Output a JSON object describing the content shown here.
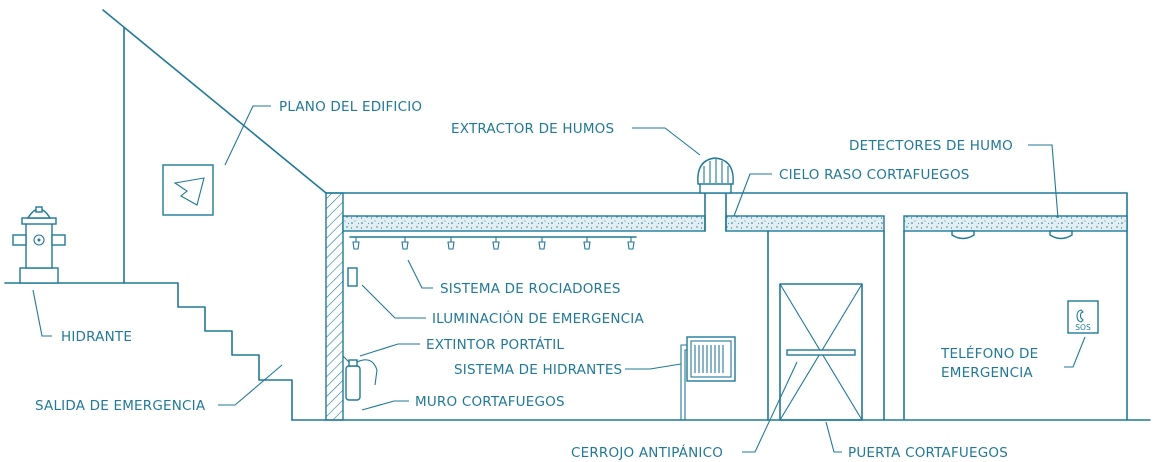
{
  "colors": {
    "line": "#1f7a99",
    "background": "#ffffff",
    "concrete": "#d9e8ee"
  },
  "labels": {
    "plano": "PLANO DEL EDIFICIO",
    "extractor": "EXTRACTOR DE HUMOS",
    "detectores": "DETECTORES DE HUMO",
    "cielo": "CIELO RASO CORTAFUEGOS",
    "rociadores": "SISTEMA DE ROCIADORES",
    "iluminacion": "ILUMINACIÓN DE EMERGENCIA",
    "extintor": "EXTINTOR PORTÁTIL",
    "hidrantes": "SISTEMA DE HIDRANTES",
    "hidrante": "HIDRANTE",
    "salida": "SALIDA DE EMERGENCIA",
    "muro": "MURO CORTAFUEGOS",
    "telefono_1": "TELÉFONO DE",
    "telefono_2": "EMERGENCIA",
    "cerrojo": "CERROJO ANTIPÁNICO",
    "puerta": "PUERTA CORTAFUEGOS"
  },
  "phone_sign": {
    "text": "SOS",
    "icon": "phone-icon"
  }
}
